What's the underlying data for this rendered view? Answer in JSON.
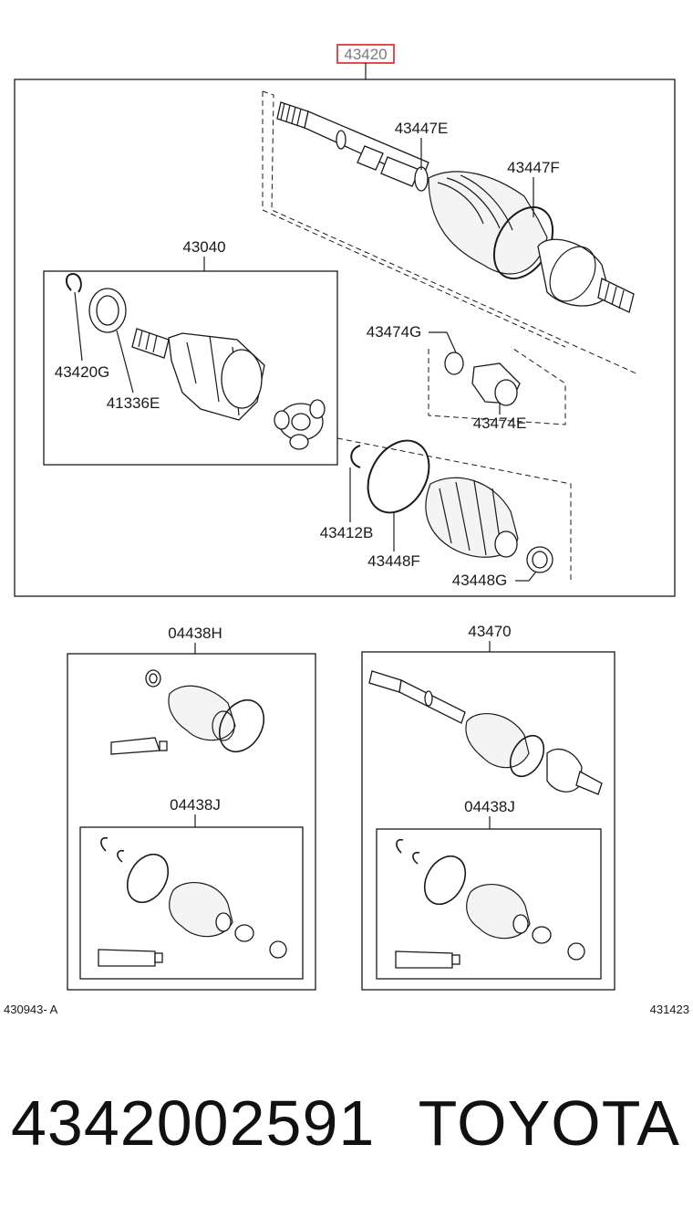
{
  "diagram": {
    "main_part": "43420",
    "labels": {
      "p43447E": "43447E",
      "p43447F": "43447F",
      "p43040": "43040",
      "p43420G": "43420G",
      "p41336E": "41336E",
      "p43474G": "43474G",
      "p43474E": "43474E",
      "p43412B": "43412B",
      "p43448F": "43448F",
      "p43448G": "43448G",
      "p04438H": "04438H",
      "p04438J_left": "04438J",
      "p43470": "43470",
      "p04438J_right": "04438J"
    },
    "footer_left": "430943- A",
    "footer_right": "431423",
    "highlight_color": "#e02020"
  },
  "caption": {
    "part_number": "4342002591",
    "brand": "TOYOTA"
  }
}
